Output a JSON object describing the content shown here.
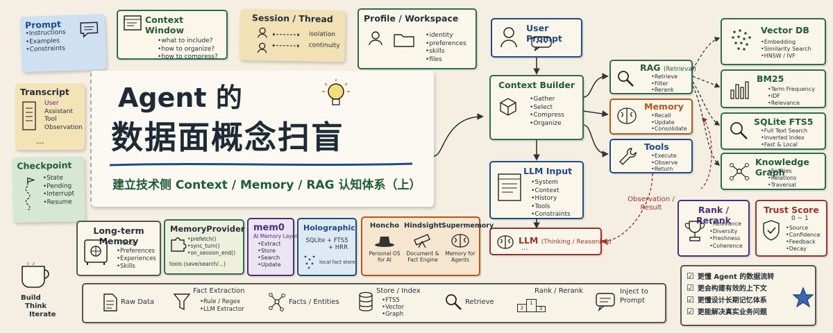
{
  "prompt": {
    "title": "Prompt",
    "items": [
      "Instructions",
      "Examples",
      "Constraints"
    ]
  },
  "context_window": {
    "title": "Context Window",
    "items": [
      "what to include?",
      "how to organize?",
      "how to compress?"
    ]
  },
  "session": {
    "title": "Session / Thread",
    "items": [
      "isolation",
      "continuity"
    ]
  },
  "profile": {
    "title": "Profile / Workspace",
    "items": [
      "identity",
      "preferences",
      "skills",
      "files"
    ]
  },
  "transcript": {
    "title": "Transcript",
    "items": [
      "User",
      "Assistant",
      "Tool",
      "Observation"
    ],
    "ellipsis": "..."
  },
  "checkpoint": {
    "title": "Checkpoint",
    "items": [
      "State",
      "Pending",
      "Interrupt",
      "Resume"
    ]
  },
  "main_title": {
    "line1": "Agent 的",
    "line2": "数据面概念扫盲",
    "subtitle": "建立技术侧 Context / Memory / RAG 认知体系（上）"
  },
  "user_prompt": {
    "title": "User Prompt"
  },
  "context_builder": {
    "title": "Context Builder",
    "items": [
      "Gather",
      "Select",
      "Compress",
      "Organize"
    ]
  },
  "llm_input": {
    "title": "LLM Input",
    "items": [
      "System",
      "Context",
      "History",
      "Tools",
      "Constraints"
    ]
  },
  "llm": {
    "title": "LLM",
    "subtitle": "(Thinking / Reasoning)",
    "ellipsis": "..."
  },
  "rag": {
    "title": "RAG",
    "subtitle": "(Retrieval)",
    "items": [
      "Retrieve",
      "Filter",
      "Rerank"
    ]
  },
  "memory": {
    "title": "Memory",
    "items": [
      "Recall",
      "Update",
      "Consolidate"
    ]
  },
  "tools": {
    "title": "Tools",
    "items": [
      "Execute",
      "Observe",
      "Return"
    ]
  },
  "observation": {
    "text": "Observation / Result"
  },
  "vector_db": {
    "title": "Vector DB",
    "items": [
      "Embedding",
      "Similarity Search",
      "HNSW / IVF"
    ]
  },
  "bm25": {
    "title": "BM25",
    "items": [
      "Term Frequency",
      "IDF",
      "Relevance"
    ]
  },
  "sqlite_fts5": {
    "title": "SQLite FTS5",
    "items": [
      "Full Text Search",
      "Inverted Index",
      "Fast & Local"
    ]
  },
  "knowledge_graph": {
    "title": "Knowledge Graph",
    "items": [
      "Entities",
      "Relations",
      "Traversal"
    ]
  },
  "rank": {
    "title": "Rank / Rerank",
    "items": [
      "Relevance",
      "Diversity",
      "Freshness",
      "Coherence"
    ]
  },
  "trust": {
    "title": "Trust Score",
    "range": "0 ~ 1",
    "items": [
      "Source",
      "Confidence",
      "Feedback",
      "Decay"
    ]
  },
  "long_term_memory": {
    "title": "Long-term Memory",
    "items": [
      "Facts",
      "Preferences",
      "Experiences",
      "Skills"
    ]
  },
  "memory_provider": {
    "title": "MemoryProvider",
    "items": [
      "prefetch()",
      "sync_turn()",
      "on_session_end()",
      "tools (save/search/...)"
    ]
  },
  "mem0": {
    "title": "mem0",
    "subtitle": "AI Memory Layer",
    "items": [
      "Extract",
      "Store",
      "Search",
      "Update"
    ]
  },
  "holographic": {
    "title": "Holographic",
    "line1": "SQLite + FTS5",
    "line2": "+ HRR",
    "line3": "local fact store"
  },
  "honcho": {
    "title": "Honcho",
    "desc": "Personal OS for AI"
  },
  "hindsight": {
    "title": "Hindsight",
    "desc": "Document & Fact Engine"
  },
  "supermemory": {
    "title": "Supermemory",
    "desc": "Memory for Agents"
  },
  "pipeline": {
    "raw": "Raw Data",
    "extract_title": "Fact Extraction",
    "extract_items": [
      "Rule / Regex",
      "LLM Extractor"
    ],
    "facts": "Facts / Entities",
    "store_title": "Store / Index",
    "store_items": [
      "FTS5",
      "Vector",
      "Graph"
    ],
    "retrieve": "Retrieve",
    "rank": "Rank / Rerank",
    "inject": "Inject to Prompt",
    "podium": [
      "2",
      "1",
      "3"
    ]
  },
  "motto": [
    "Build",
    "Think",
    "Iterate"
  ],
  "checklist": [
    "更懂 Agent 的数据流转",
    "更会构建有效的上下文",
    "更懂设计长期记忆体系",
    "更能解决真实业务问题"
  ],
  "colors": {
    "blue": "#1d4a86",
    "green": "#1f5b3a",
    "red": "#9c2f2a",
    "orange": "#b3561b",
    "purple": "#4a2f7d",
    "paper": "#f4efe2"
  }
}
